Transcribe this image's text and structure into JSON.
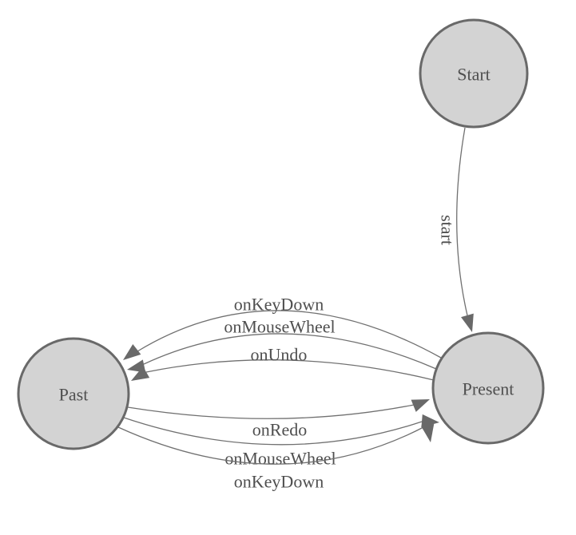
{
  "diagram": {
    "type": "state-machine",
    "background_color": "#ffffff",
    "node_fill_color": "#d3d3d3",
    "node_border_color": "#696969",
    "edge_color": "#707070",
    "arrow_color": "#696969",
    "label_color": "#4f4f4f",
    "nodes": [
      {
        "id": "start",
        "label": "Start"
      },
      {
        "id": "present",
        "label": "Present"
      },
      {
        "id": "past",
        "label": "Past"
      }
    ],
    "edges": [
      {
        "from": "Start",
        "to": "Present",
        "label": "start"
      },
      {
        "from": "Present",
        "to": "Past",
        "label": "onKeyDown"
      },
      {
        "from": "Present",
        "to": "Past",
        "label": "onMouseWheel"
      },
      {
        "from": "Present",
        "to": "Past",
        "label": "onUndo"
      },
      {
        "from": "Past",
        "to": "Present",
        "label": "onRedo"
      },
      {
        "from": "Past",
        "to": "Present",
        "label": "onMouseWheel"
      },
      {
        "from": "Past",
        "to": "Present",
        "label": "onKeyDown"
      }
    ]
  }
}
